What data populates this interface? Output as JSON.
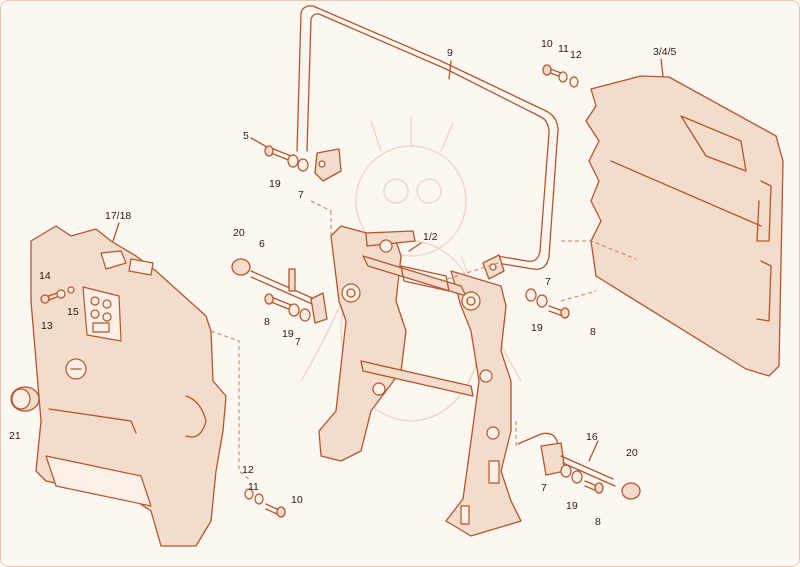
{
  "colors": {
    "line": "#b4562a",
    "fill": "#f3dccb",
    "background": "#fdf7f2",
    "label": "#2b1a12"
  },
  "labels": {
    "l9": "9",
    "l10a": "10",
    "l11a": "11",
    "l12a": "12",
    "l345": "3/4/5",
    "l5": "5",
    "l19a": "19",
    "l7a": "7",
    "l1718": "17/18",
    "l20a": "20",
    "l6": "6",
    "l12b": "1/2",
    "l14": "14",
    "l15": "15",
    "l13": "13",
    "l8a": "8",
    "l19b": "19",
    "l7b": "7",
    "l7c": "7",
    "l19c": "19",
    "l8b": "8",
    "l21": "21",
    "l12c": "12",
    "l11c": "11",
    "l10c": "10",
    "l16": "16",
    "l20b": "20",
    "l7d": "7",
    "l19d": "19",
    "l8c": "8"
  }
}
